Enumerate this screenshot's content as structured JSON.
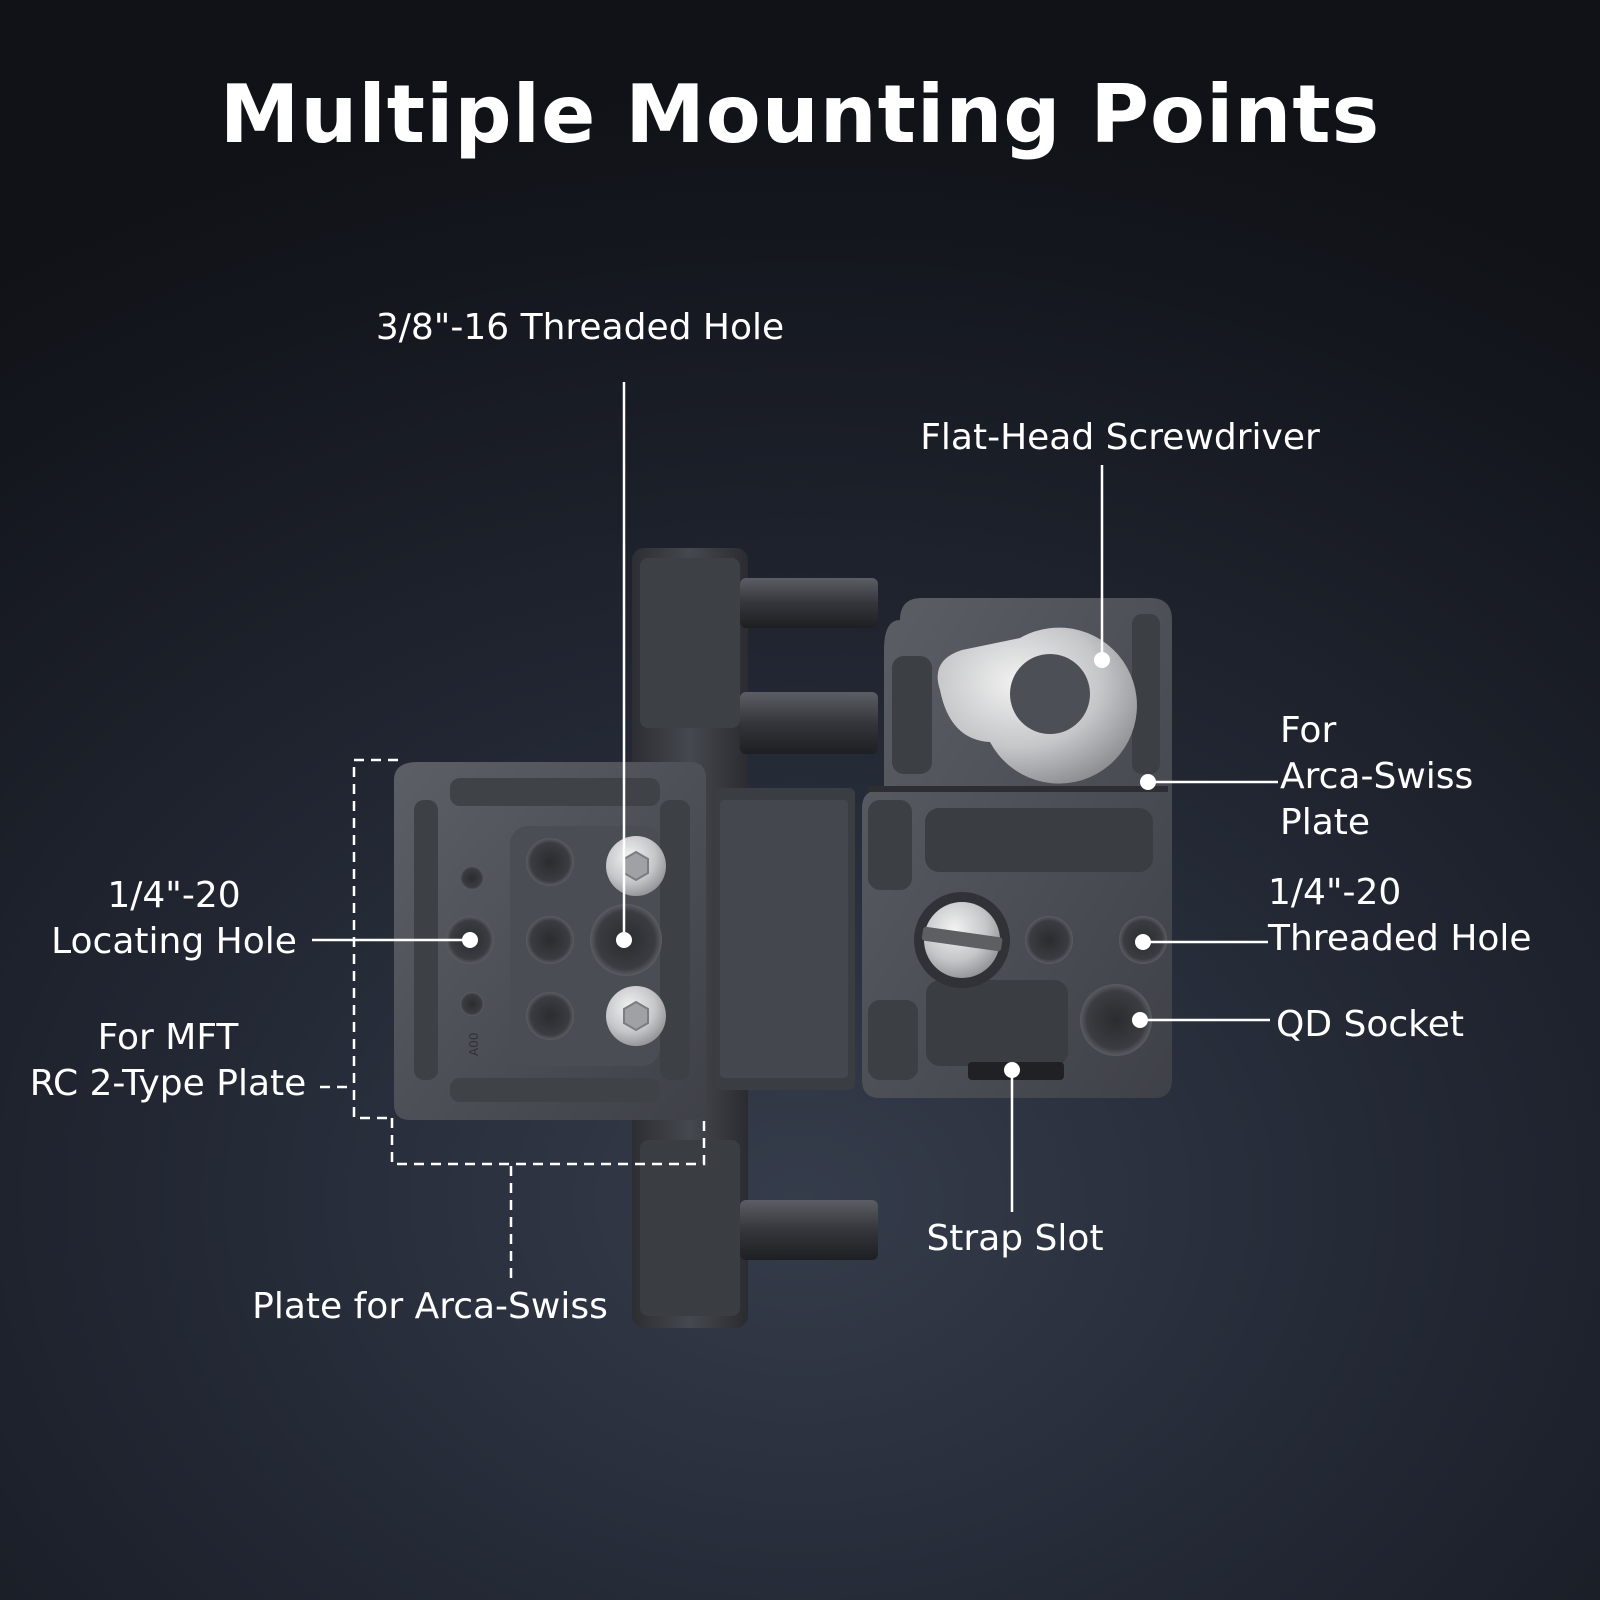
{
  "title": "Multiple Mounting Points",
  "labels": {
    "threaded_38": "3/8\"-16 Threaded Hole",
    "screwdriver": "Flat-Head Screwdriver",
    "arca_plate_line1": "For",
    "arca_plate_line2": "Arca-Swiss",
    "arca_plate_line3": "Plate",
    "threaded_14_line1": "1/4\"-20",
    "threaded_14_line2": "Threaded Hole",
    "qd_socket": "QD Socket",
    "strap_slot": "Strap Slot",
    "locating_line1": "1/4\"-20",
    "locating_line2": "Locating Hole",
    "mft_line1": "For MFT",
    "mft_line2": "RC 2-Type Plate",
    "plate_arca": "Plate for Arca-Swiss",
    "engraving": "A00"
  },
  "colors": {
    "label_text": "#ffffff",
    "leader_line": "#ffffff",
    "body_metal": "#4a4d53",
    "plate_metal": "#55585e",
    "steel": "#c9cacc"
  }
}
